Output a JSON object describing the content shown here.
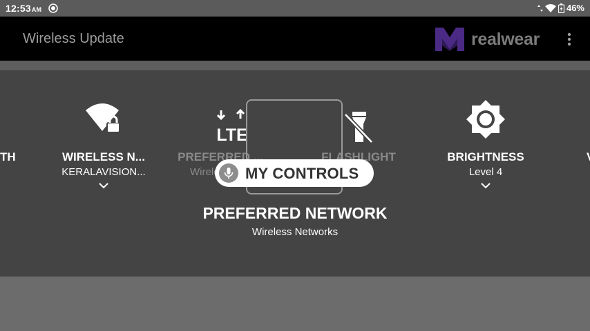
{
  "status_bar": {
    "time": "12:53",
    "ampm": "AM",
    "battery": "46%"
  },
  "app_bar": {
    "title": "Wireless Update",
    "logo_text": "realwear"
  },
  "controls": {
    "left_edge_text": "TH",
    "wireless": {
      "label": "WIRELESS N...",
      "sub": "KERALAVISION..."
    },
    "preferred": {
      "label": "PREFERRED ...",
      "sub": "Wirele"
    },
    "flashlight": {
      "label": "FLASHLIGHT"
    },
    "brightness": {
      "label": "BRIGHTNESS",
      "sub": "Level 4"
    },
    "right_edge_text": "V"
  },
  "voice_pill": {
    "label": "MY CONTROLS"
  },
  "focused": {
    "title": "PREFERRED NETWORK",
    "subtitle": "Wireless Networks"
  },
  "colors": {
    "app_bar": "#000000",
    "panel": "#444444",
    "logo_accent": "#4b2a86",
    "dim_text": "#8a8a8a"
  }
}
